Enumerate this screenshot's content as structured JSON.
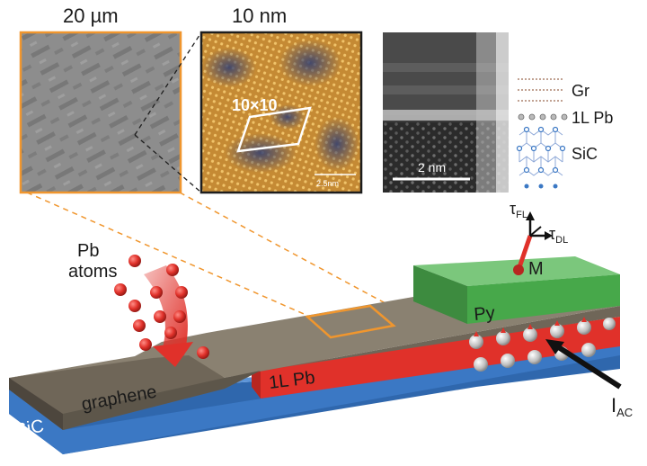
{
  "panels": {
    "sem": {
      "scale_label": "20 µm"
    },
    "stm": {
      "scale_label": "10 nm",
      "overlay_label": "10×10",
      "scalebar_label": "2.5nm"
    },
    "tem": {
      "scalebar_label": "2 nm",
      "legend": [
        "Gr",
        "1L Pb",
        "SiC"
      ]
    }
  },
  "device": {
    "pb_label_line1": "Pb",
    "pb_label_line2": "atoms",
    "graphene_label": "graphene",
    "sic_label": "SiC",
    "pb_layer_label": "1L Pb",
    "py_label": "Py",
    "m_label": "M",
    "tfl_base": "τ",
    "tfl_sub": "FL",
    "tdl_base": "τ",
    "tdl_sub": "DL",
    "iac_base": "I",
    "iac_sub": "AC"
  },
  "colors": {
    "sic_blue": "#3b78c4",
    "pb_red": "#e0312a",
    "graphene_brown": "#6f6658",
    "py_green": "#47a84a",
    "highlight_orange": "#f0962e"
  }
}
